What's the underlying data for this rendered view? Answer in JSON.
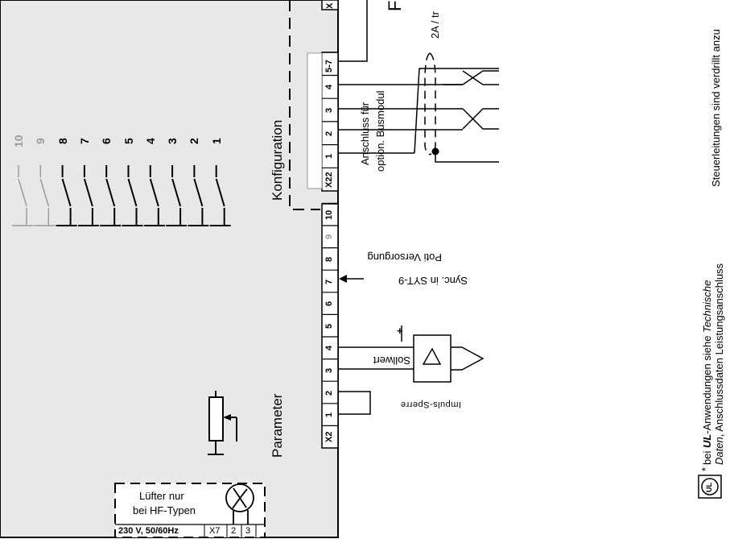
{
  "labels": {
    "konfiguration": "Konfiguration",
    "parameter": "Parameter",
    "busmodul_line1": "Anschluss für",
    "busmodul_line2": "option. Busmodul",
    "poti": "Poti Versorgung",
    "sync": "Sync. in SYT-9",
    "sollwert": "Sollwert",
    "impuls": "Impuls-Sperre",
    "fuse": "2A / tr",
    "f_label": "F",
    "steuer": "Steuerleitungen sind verdrillt anzu",
    "luefter_1": "Lüfter nur",
    "luefter_2": "bei HF-Typen",
    "voltage": "230 V, 50/60Hz",
    "x7": "X7",
    "x7_2": "2",
    "x7_3": "3",
    "ul_prefix": "bei ",
    "ul_bold": "UL",
    "ul_mid": "-Anwendungen siehe ",
    "ul_italic": "Technische",
    "ul_line2_italic": "Daten",
    "ul_line2_rest": ", Anschlussdaten Leistungsanschluss",
    "asterisk": "*",
    "ul_logo": "UL"
  },
  "switch_numbers": [
    "10",
    "9",
    "8",
    "7",
    "6",
    "5",
    "4",
    "3",
    "2",
    "1"
  ],
  "switch_greyed": [
    true,
    true,
    false,
    false,
    false,
    false,
    false,
    false,
    false,
    false
  ],
  "x2_terminals": [
    "X2",
    "1",
    "2",
    "3",
    "4",
    "5",
    "6",
    "7",
    "8",
    "9",
    "10"
  ],
  "x22_terminals": [
    "X22",
    "1",
    "2",
    "3",
    "4",
    "5-7"
  ],
  "x_top_label": "X",
  "sollwert_plus": "+"
}
